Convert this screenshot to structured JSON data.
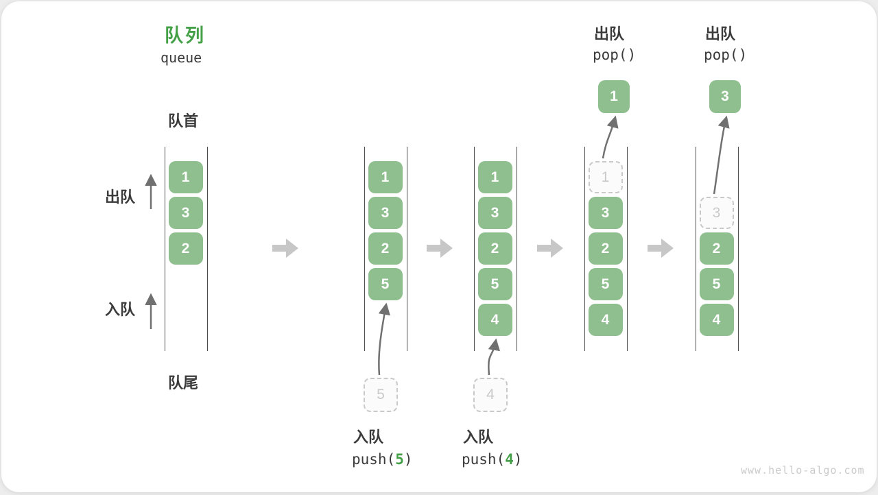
{
  "title": {
    "zh": "队列",
    "en": "queue"
  },
  "side_labels": {
    "front": "队首",
    "rear": "队尾",
    "dequeue": "出队",
    "enqueue": "入队"
  },
  "colors": {
    "accent_green": "#43a047",
    "cell_green": "#8fbf8f",
    "label_dark": "#3b3b3b",
    "ghost_gray": "#c9c9c9",
    "block_arrow_gray": "#c7c7c7",
    "thin_arrow_gray": "#707070",
    "wall_gray": "#4d4d4d",
    "watermark_gray": "#cbcbcb"
  },
  "states": [
    {
      "name": "initial",
      "cells": [
        {
          "value": "1",
          "row": 0
        },
        {
          "value": "3",
          "row": 1
        },
        {
          "value": "2",
          "row": 2
        }
      ]
    },
    {
      "name": "after-push-5",
      "cells": [
        {
          "value": "1",
          "row": 0
        },
        {
          "value": "3",
          "row": 1
        },
        {
          "value": "2",
          "row": 2
        },
        {
          "value": "5",
          "row": 3
        }
      ],
      "incoming": {
        "value": "5"
      },
      "operation": {
        "label": "入队",
        "code_prefix": "push(",
        "arg": "5",
        "code_suffix": ")",
        "position": "bottom"
      }
    },
    {
      "name": "after-push-4",
      "cells": [
        {
          "value": "1",
          "row": 0
        },
        {
          "value": "3",
          "row": 1
        },
        {
          "value": "2",
          "row": 2
        },
        {
          "value": "5",
          "row": 3
        },
        {
          "value": "4",
          "row": 4
        }
      ],
      "incoming": {
        "value": "4"
      },
      "operation": {
        "label": "入队",
        "code_prefix": "push(",
        "arg": "4",
        "code_suffix": ")",
        "position": "bottom"
      }
    },
    {
      "name": "after-pop-1",
      "cells": [
        {
          "value": "3",
          "row": 1
        },
        {
          "value": "2",
          "row": 2
        },
        {
          "value": "5",
          "row": 3
        },
        {
          "value": "4",
          "row": 4
        }
      ],
      "ghost": {
        "value": "1",
        "row": 0
      },
      "popped": {
        "value": "1"
      },
      "operation": {
        "label": "出队",
        "code_prefix": "pop()",
        "arg": "",
        "code_suffix": "",
        "position": "top"
      }
    },
    {
      "name": "after-pop-3",
      "cells": [
        {
          "value": "2",
          "row": 2
        },
        {
          "value": "5",
          "row": 3
        },
        {
          "value": "4",
          "row": 4
        }
      ],
      "ghost": {
        "value": "3",
        "row": 1
      },
      "popped": {
        "value": "3"
      },
      "operation": {
        "label": "出队",
        "code_prefix": "pop()",
        "arg": "",
        "code_suffix": "",
        "position": "top"
      }
    }
  ],
  "watermark": "www.hello-algo.com"
}
